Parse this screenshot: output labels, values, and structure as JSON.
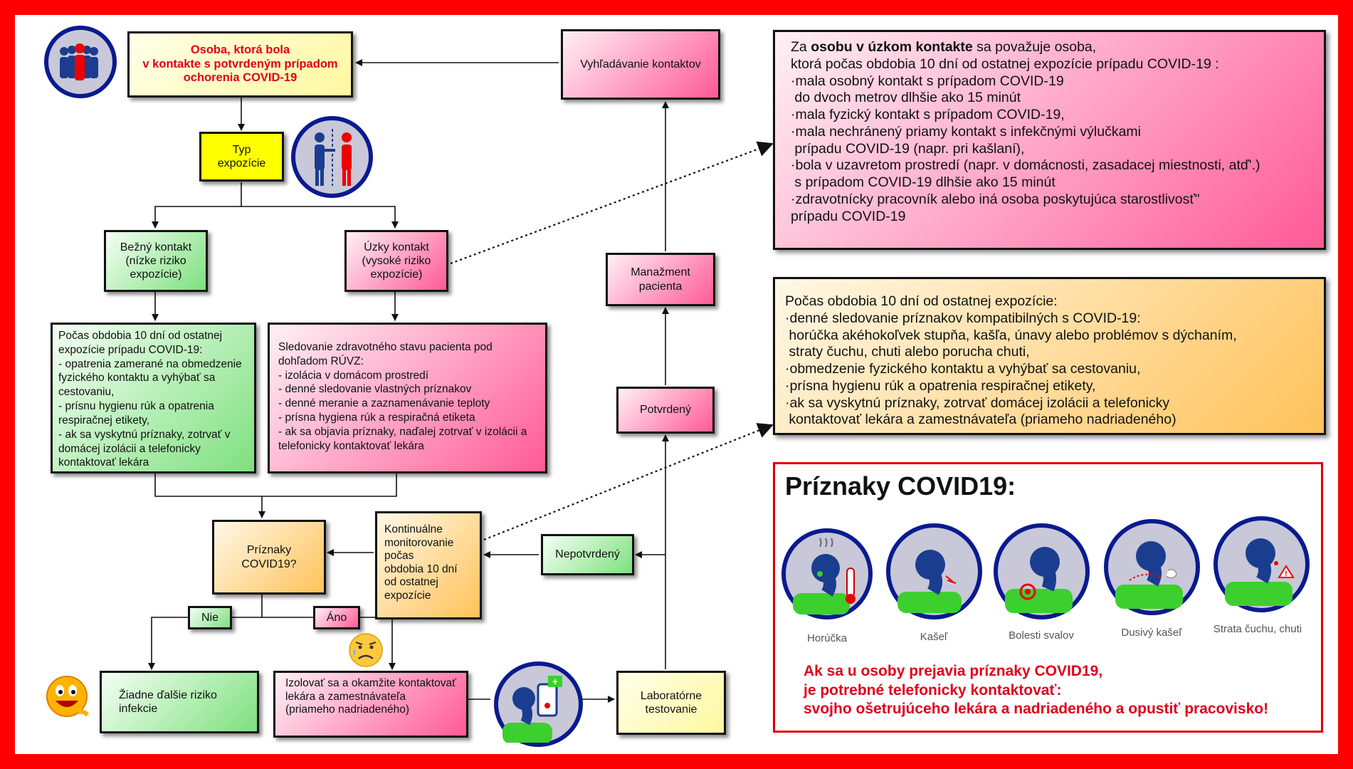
{
  "nodes": {
    "contact_person": "Osoba, ktorá bola\nv kontakte s potvrdeným prípadom\nochorenia COVID-19",
    "contact_search": "Vyhľadávanie kontaktov",
    "exposure_type": "Typ\nexpozície",
    "common_contact": "Bežný kontakt\n(nízke riziko\nexpozície)",
    "close_contact": "Úzky kontakt\n(vysoké riziko\nexpozície)",
    "patient_mgmt": "Manažment\npacienta",
    "confirmed": "Potvrdený",
    "unconfirmed": "Nepotvrdený",
    "low_risk_measures": "Počas obdobia 10 dní od ostatnej expozície prípadu COVID-19:\n- opatrenia zamerané na obmedzenie fyzického kontaktu a vyhýbať sa cestovaniu,\n- prísnu hygienu rúk a opatrenia respiračnej etikety,\n- ak sa vyskytnú príznaky, zotrvať v domácej izolácii  a telefonicky kontaktovať lekára",
    "high_risk_measures": "Sledovanie zdravotného stavu pacienta pod dohľadom RÚVZ:\n- izolácia v domácom prostredí\n- denné sledovanie vlastných príznakov\n- denné meranie a zaznamenávanie teploty\n- prísna hygiena rúk a respiračná etiketa\n- ak sa objavia príznaky, naďalej zotrvať v izolácii a telefonicky kontaktovať lekára",
    "symptoms_question": "Príznaky\nCOVID19?",
    "continuous_monitoring": "Kontinuálne\nmonitorovanie\npočas\nobdobia 10 dní\nod ostatnej\nexpozície",
    "no_label": "Nie",
    "yes_label": "Áno",
    "no_risk": "Žiadne ďalšie riziko\ninfekcie",
    "isolate": "Izolovať sa a okamžite kontaktovať lekára a zamestnávateľa\n(priameho nadriadeného)",
    "lab_testing": "Laboratórne\ntestovanie"
  },
  "close_contact_panel": {
    "intro_prefix": "Za ",
    "intro_bold": "osobu v úzkom kontakte",
    "intro_suffix": " sa považuje osoba,",
    "lines": [
      "ktorá počas obdobia 10 dní od ostatnej expozície prípadu COVID-19 :",
      "·mala osobný kontakt s prípadom COVID-19",
      " do dvoch metrov dlhšie ako 15 minút",
      "·mala fyzický kontakt s prípadom COVID-19,",
      "·mala nechránený priamy kontakt s infekčnými výlučkami",
      " prípadu COVID-19 (napr. pri kašlaní),",
      "·bola v uzavretom prostredí (napr. v domácnosti, zasadacej miestnosti, atď'.)",
      " s prípadom COVID-19 dlhšie ako 15 minút",
      "·zdravotnícky pracovník alebo iná osoba poskytujúca starostlivosť\"",
      "prípadu COVID-19"
    ]
  },
  "monitoring_panel": {
    "lines": [
      "Počas obdobia 10 dní od ostatnej expozície:",
      "·denné sledovanie príznakov kompatibilných s COVID-19:",
      " horúčka akéhokoľvek stupňa, kašľa, únavy alebo problémov s dýchaním,",
      " straty čuchu, chuti alebo porucha chuti,",
      "·obmedzenie fyzického kontaktu a vyhýbať sa cestovaniu,",
      "·prísna hygienu rúk a opatrenia respiračnej etikety,",
      "·ak sa vyskytnú príznaky, zotrvať domácej izolácii a telefonicky",
      " kontaktovať lekára a zamestnávateľa (priameho nadriadeného)"
    ]
  },
  "symptoms_panel": {
    "title": "Príznaky COVID19:",
    "symptoms": [
      "Horúčka",
      "Kašeľ",
      "Bolesti svalov",
      "Dusivý kašeľ",
      "Strata čuchu, chuti"
    ],
    "warning": [
      "Ak sa u osoby prejavia príznaky COVID19,",
      "je potrebné telefonicky kontaktovať:",
      "svojho ošetrujúceho lekára a nadriadeného a opustiť pracovisko!"
    ]
  },
  "colors": {
    "frame": "#ff0000",
    "yellow": "#ffff00",
    "green": "#7ee07e",
    "pink": "#ff5a95",
    "orange": "#ffc25a",
    "navy": "#0a1a8f",
    "warning_text": "#e0001a"
  },
  "icons": [
    "people-group-icon",
    "distance-icon",
    "phone-doctor-icon",
    "smiley-emoji-icon",
    "worried-emoji-icon",
    "fever-icon",
    "cough-icon",
    "muscle-pain-icon",
    "choking-cough-icon",
    "loss-of-smell-icon"
  ]
}
